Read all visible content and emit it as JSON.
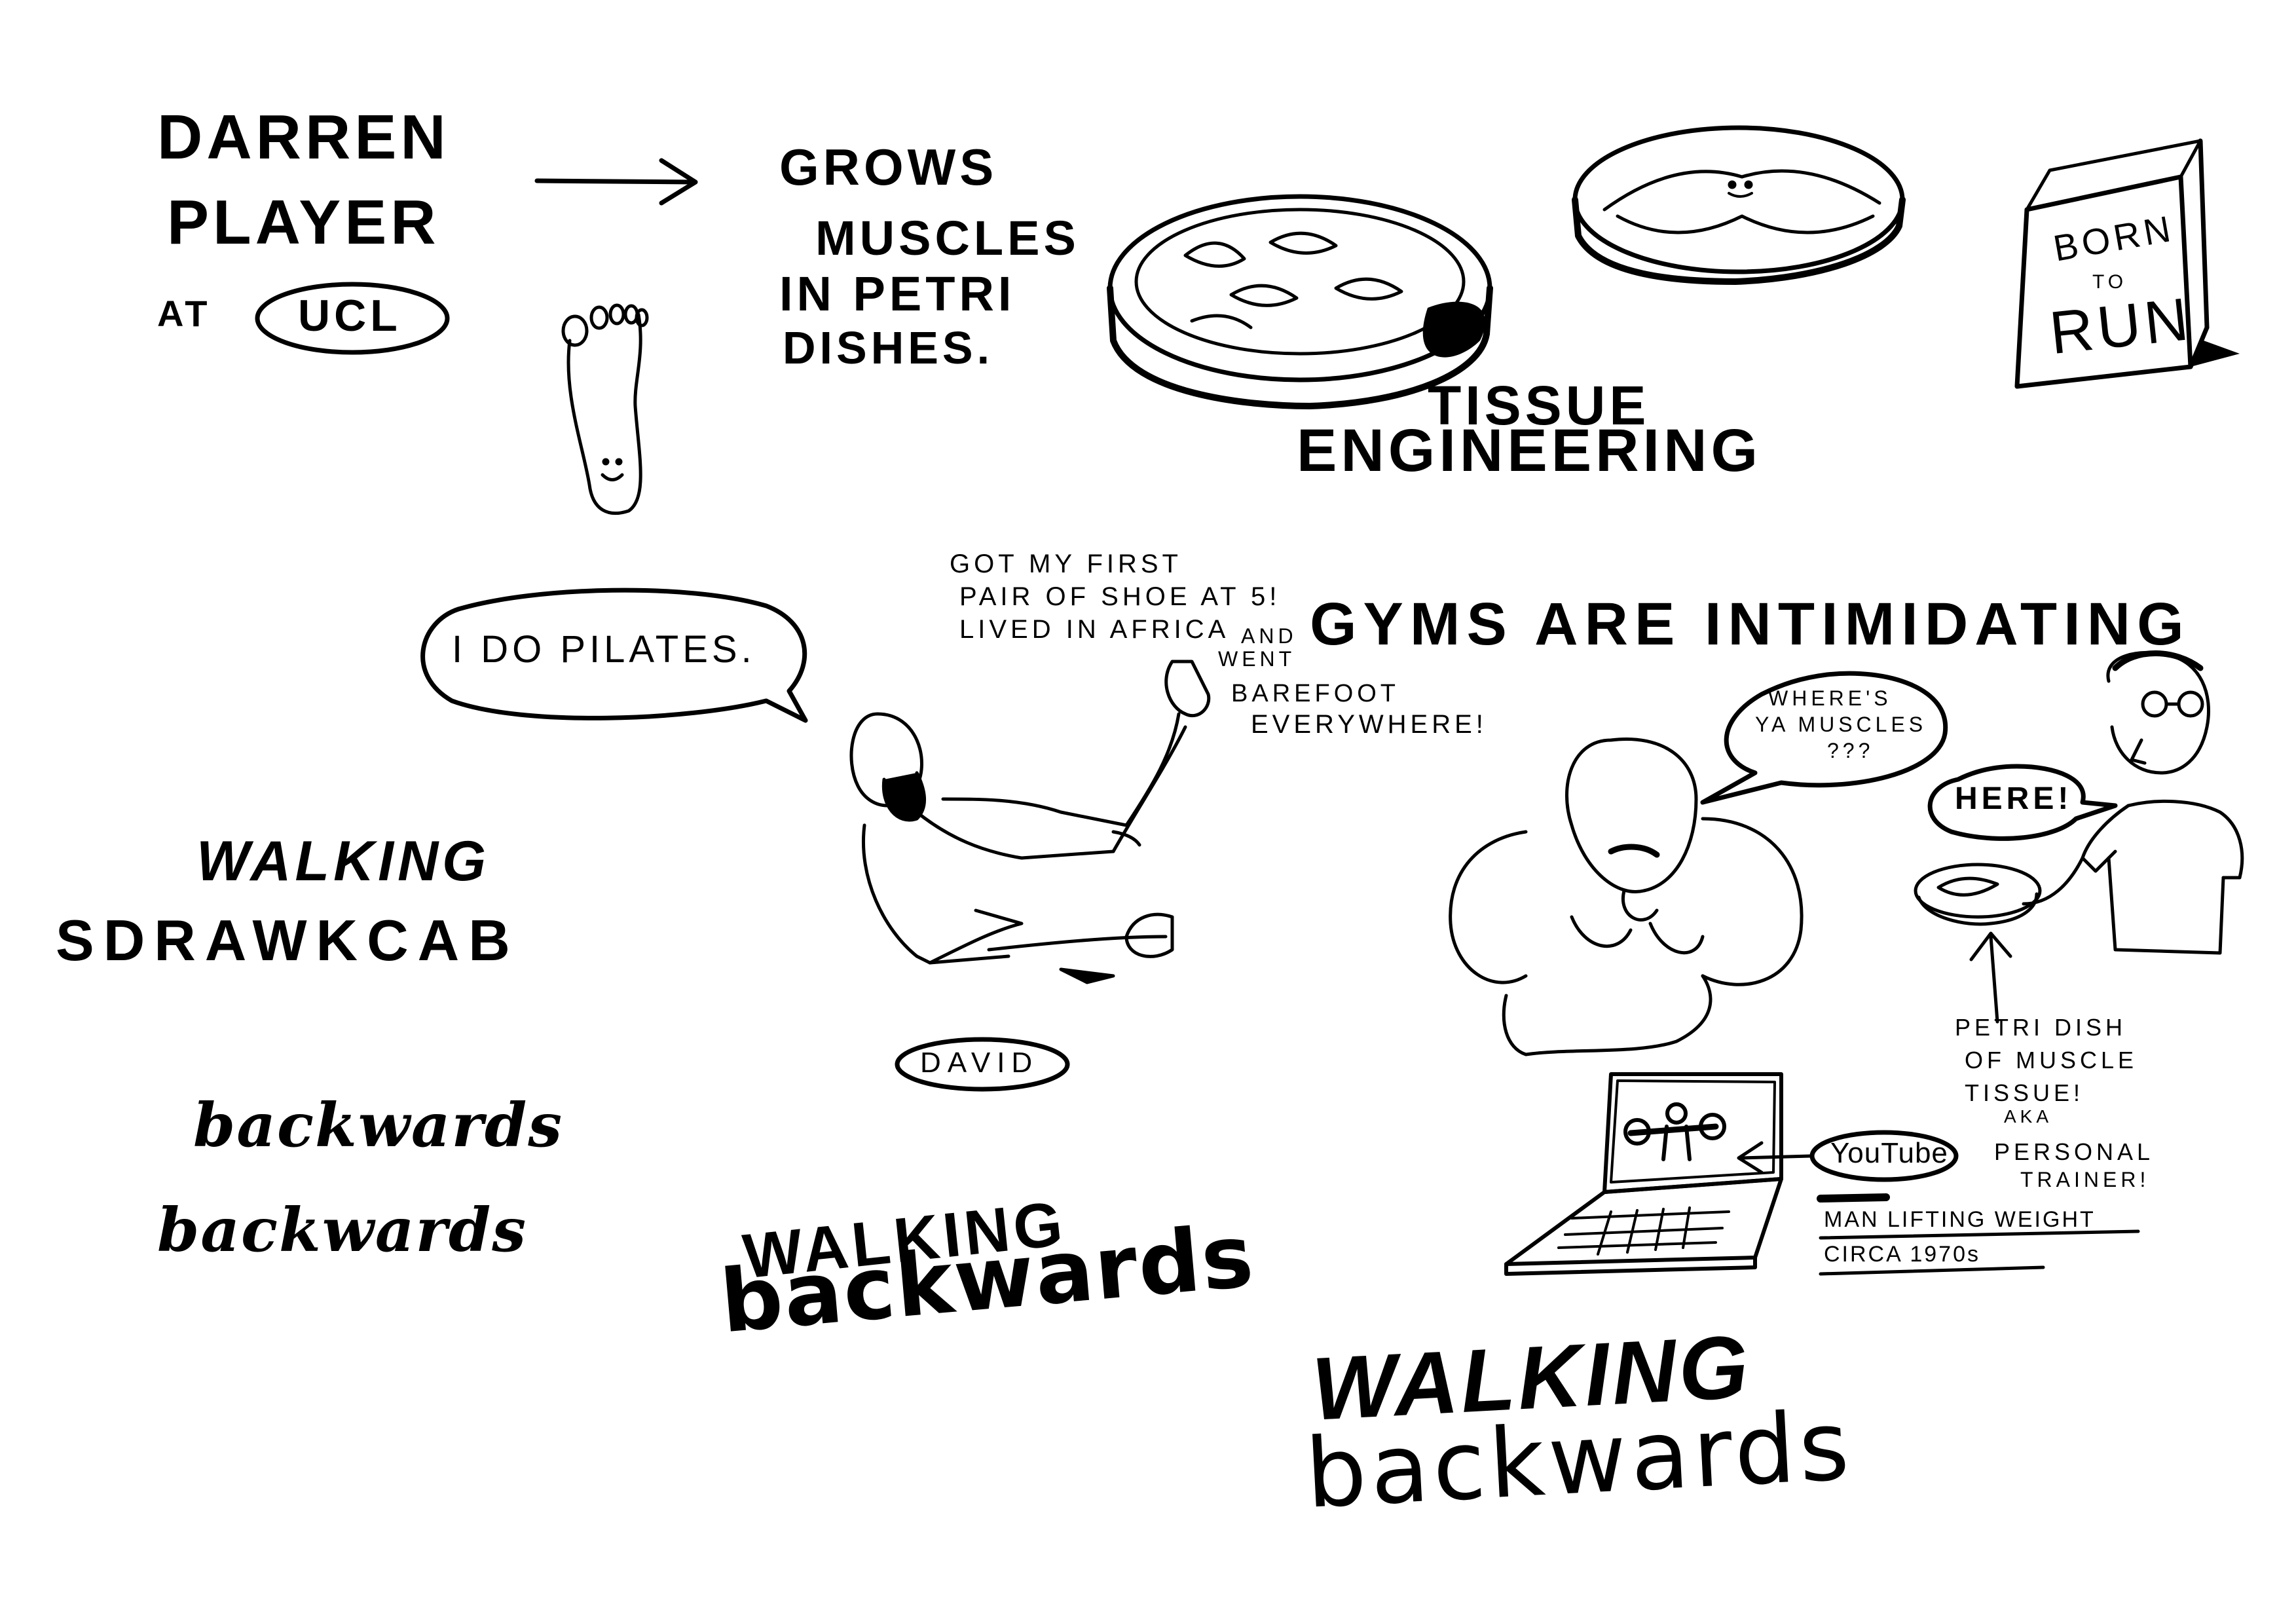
{
  "header": {
    "name_line1": "DARREN",
    "name_line2": "PLAYER",
    "at": "AT",
    "ucl": "UCL"
  },
  "grows": [
    "GROWS",
    "MUSCLES",
    "IN PETRI",
    "DISHES."
  ],
  "tissue": [
    "TISSUE",
    "ENGINEERING"
  ],
  "book": {
    "line1": "BORN",
    "line2": "TO",
    "line3": "RUN"
  },
  "pilates_bubble": "I DO PILATES.",
  "shoe_note": [
    "GOT MY FIRST",
    "PAIR OF SHOE AT 5!",
    "LIVED IN AFRICA"
  ],
  "barefoot_note": [
    "AND",
    "WENT",
    "BAREFOOT",
    "EVERYWHERE!"
  ],
  "gyms": "GYMS ARE INTIMIDATING",
  "muscles_bubble": [
    "WHERE'S",
    "YA MUSCLES",
    "???"
  ],
  "here_bubble": "HERE!",
  "walking1": [
    "WALKING",
    "SDRAWKCAB"
  ],
  "backwards_small1": "backwards",
  "backwards_small2": "backwards",
  "david": "DAVID",
  "petri_note": [
    "PETRI DISH",
    "OF MUSCLE",
    "TISSUE!"
  ],
  "youtube": "YouTube",
  "aka": [
    "AKA",
    "PERSONAL",
    "TRAINER!"
  ],
  "man_lifting": [
    "MAN LIFTING WEIGHT",
    "CIRCA 1970s"
  ],
  "walking2": [
    "WALKING",
    "backwards"
  ],
  "walking3": [
    "WALKING",
    "backwards"
  ]
}
